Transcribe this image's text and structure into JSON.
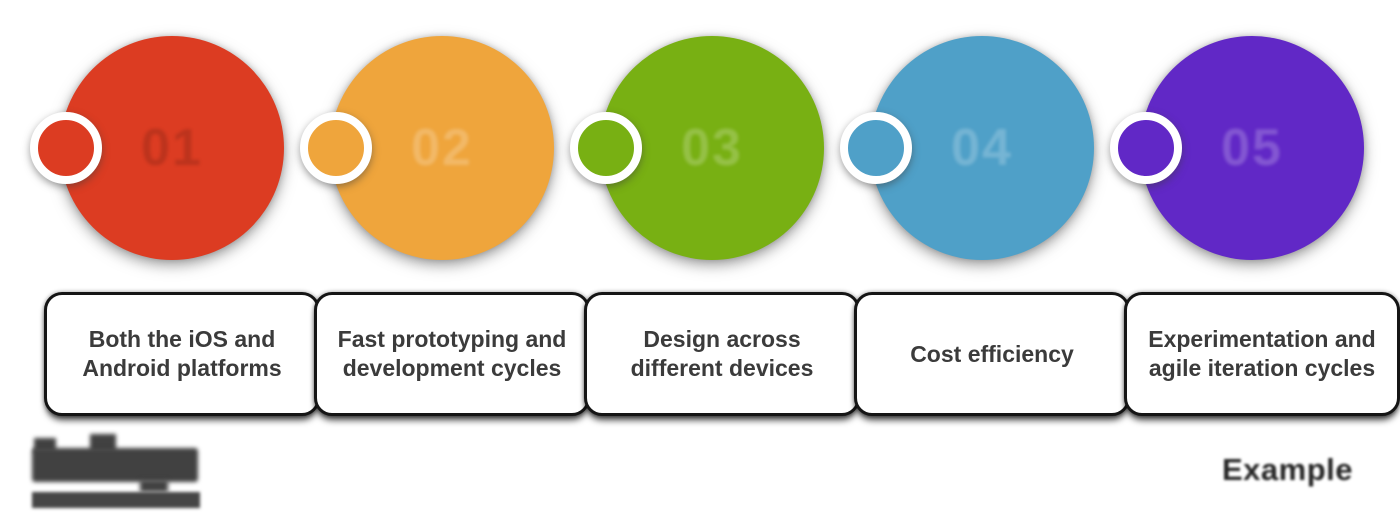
{
  "steps": [
    {
      "number": "01",
      "label": "Both the iOS and Android platforms",
      "color": "#DC3C22",
      "number_tint": "dark"
    },
    {
      "number": "02",
      "label": "Fast prototyping and development cycles",
      "color": "#EFA53C",
      "number_tint": "light"
    },
    {
      "number": "03",
      "label": "Design across different devices",
      "color": "#78B013",
      "number_tint": "light"
    },
    {
      "number": "04",
      "label": "Cost efficiency",
      "color": "#4FA0C8",
      "number_tint": "light"
    },
    {
      "number": "05",
      "label": "Experimentation and agile iteration cycles",
      "color": "#6128C6",
      "number_tint": "light"
    }
  ],
  "footer": {
    "right_label": "Example",
    "left_logo_icon": "brand-wordmark-illegible",
    "left_logo_color": "#414141"
  },
  "style": {
    "background": "#ffffff",
    "box_border_color": "#151515",
    "box_background": "#ffffff",
    "label_text_color": "#3b3b3b"
  },
  "layout": {
    "step_left_offsets": [
      44,
      314,
      584,
      854,
      1124
    ]
  }
}
